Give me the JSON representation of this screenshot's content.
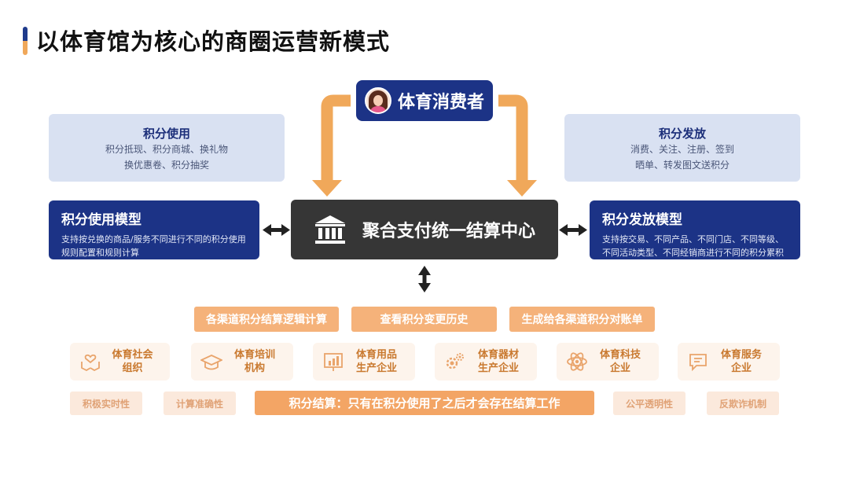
{
  "page": {
    "title": "以体育馆为核心的商圈运营新模式"
  },
  "consumer": {
    "label": "体育消费者"
  },
  "points_usage": {
    "title": "积分使用",
    "lines": [
      "积分抵现、积分商城、换礼物",
      "换优惠卷、积分抽奖"
    ]
  },
  "points_issue": {
    "title": "积分发放",
    "lines": [
      "消费、关注、注册、签到",
      "晒单、转发图文送积分"
    ]
  },
  "usage_model": {
    "title": "积分使用模型",
    "desc": "支持按兑换的商品/服务不同进行不同的积分使用规则配置和规则计算"
  },
  "issue_model": {
    "title": "积分发放模型",
    "desc": "支持按交易、不同产品、不同门店、不同等级、不同活动类型、不同经销商进行不同的积分累积"
  },
  "center": {
    "label": "聚合支付统一结算中心"
  },
  "functions": [
    "各渠道积分结算逻辑计算",
    "查看积分变更历史",
    "生成给各渠道积分对账单"
  ],
  "enterprises": [
    {
      "label": "体育社会组织",
      "icon": "hands-heart-icon"
    },
    {
      "label": "体育培训机构",
      "icon": "graduation-cap-icon"
    },
    {
      "label": "体育用品生产企业",
      "icon": "chart-board-icon"
    },
    {
      "label": "体育器材生产企业",
      "icon": "gears-icon"
    },
    {
      "label": "体育科技企业",
      "icon": "atom-icon"
    },
    {
      "label": "体育服务企业",
      "icon": "message-icon"
    }
  ],
  "features": [
    "积极实时性",
    "计算准确性",
    "公平透明性",
    "反欺诈机制"
  ],
  "settlement": {
    "text": "积分结算：只有在积分使用了之后才会存在结算工作"
  },
  "colors": {
    "navy": "#1c3386",
    "orange": "#f0a85a",
    "dark": "#363636",
    "light_blue": "#d9e1f2"
  }
}
